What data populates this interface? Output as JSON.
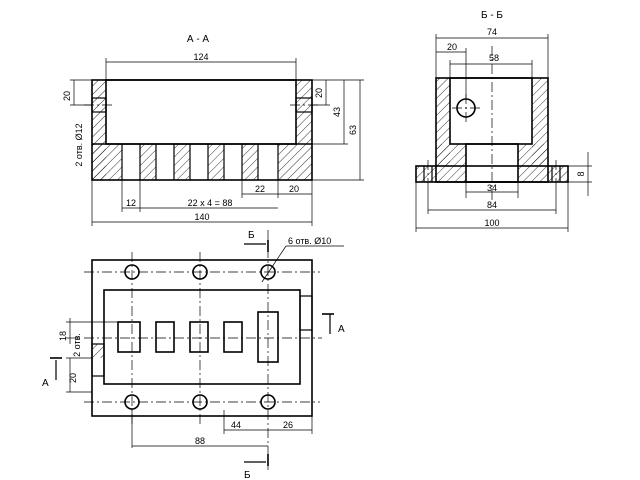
{
  "views": {
    "section_aa": {
      "title": "А - А",
      "dims": {
        "top_width": "124",
        "left_depth": "20",
        "right_depth": "20",
        "inner_height": "43",
        "total_height": "63",
        "holes": "2 отв. Ø12",
        "pitch_left": "12",
        "pitch_series": "22 x 4 = 88",
        "pitch_right_a": "22",
        "pitch_right_b": "20",
        "total_width": "140"
      }
    },
    "section_bb": {
      "title": "Б - Б",
      "dims": {
        "top_width": "74",
        "offset": "20",
        "inner_width": "58",
        "slot_width": "34",
        "base_width": "84",
        "total_width": "100",
        "flange_height": "8"
      }
    },
    "plan": {
      "labels": {
        "cut_b_top": "Б",
        "cut_b_bottom": "Б",
        "cut_a_right": "А",
        "cut_a_left": "А",
        "holes_note": "6 отв. Ø10"
      },
      "dims": {
        "slot_height": "18",
        "slot_note": "2 отв.",
        "left_offset": "20",
        "width_88": "88",
        "width_44": "44",
        "width_26": "26"
      }
    }
  }
}
